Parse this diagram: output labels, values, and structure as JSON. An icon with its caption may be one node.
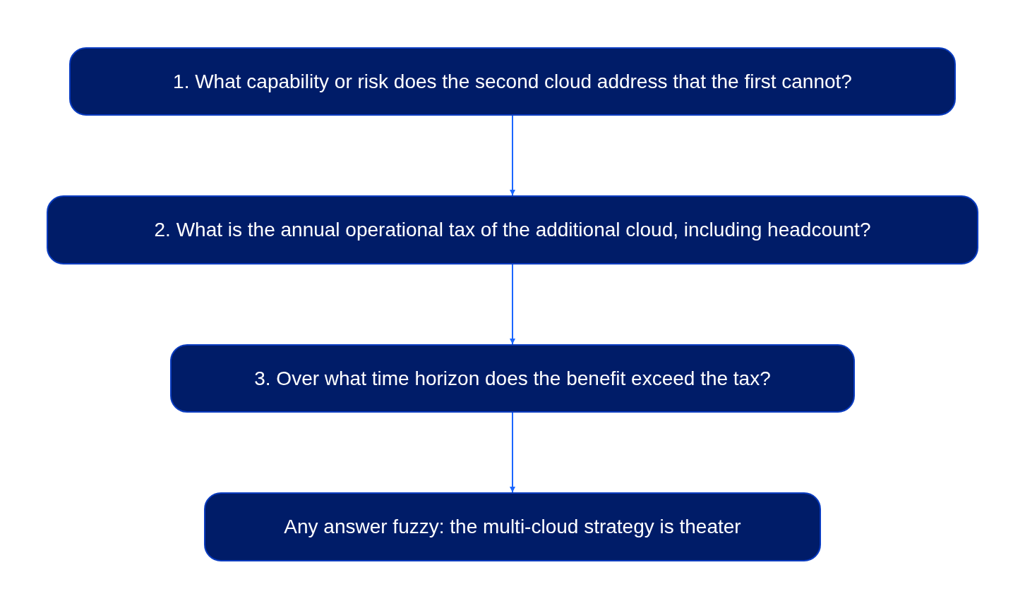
{
  "diagram": {
    "nodes": [
      {
        "text": [
          "1. What capability or risk does the second cloud address that the first cannot?"
        ]
      },
      {
        "text": [
          "2. What is the annual operational tax of the additional cloud, including headcount?"
        ]
      },
      {
        "text": [
          "3. Over what time horizon does the benefit exceed the tax?"
        ]
      },
      {
        "text": [
          "Any answer fuzzy: the multi-cloud strategy is theater"
        ]
      }
    ],
    "edges": [
      {
        "from": 0,
        "to": 1,
        "arrow": "to"
      },
      {
        "from": 1,
        "to": 2,
        "arrow": "to"
      },
      {
        "from": 2,
        "to": 3,
        "arrow": "to"
      }
    ]
  }
}
